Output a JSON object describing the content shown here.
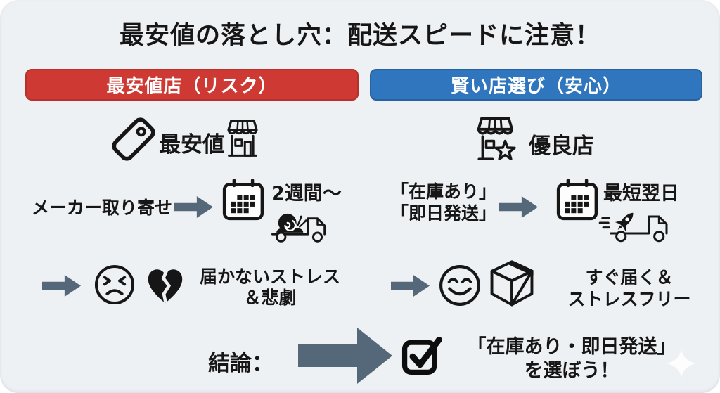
{
  "page": {
    "title": "最安値の落とし穴：配送スピードに注意！"
  },
  "colors": {
    "risk_header_bg": "#ce3a33",
    "safe_header_bg": "#2f76be",
    "arrow": "#54687a",
    "card_bg": "#eef1f4",
    "text": "#161616"
  },
  "left_column": {
    "header": "最安値店（リスク）",
    "row1": {
      "price_label": "最安値",
      "icons": [
        "price-tag-icon",
        "storefront-icon"
      ]
    },
    "row2": {
      "source_label": "メーカー取り寄せ",
      "duration_label": "2週間〜",
      "icons": [
        "arrow-right-icon",
        "calendar-icon",
        "snail-icon",
        "truck-icon"
      ]
    },
    "row3": {
      "result_line1": "届かないストレス",
      "result_line2": "＆悲劇",
      "icons": [
        "arrow-right-icon",
        "frustrated-face-icon",
        "broken-heart-icon"
      ]
    }
  },
  "right_column": {
    "header": "賢い店選び（安心）",
    "row1": {
      "store_label": "優良店",
      "icons": [
        "storefront-star-icon"
      ]
    },
    "row2": {
      "source_line1": "「在庫あり」",
      "source_line2": "「即日発送」",
      "duration_label": "最短翌日",
      "icons": [
        "arrow-right-icon",
        "calendar-icon",
        "rocket-icon",
        "truck-icon"
      ]
    },
    "row3": {
      "result_line1": "すぐ届く＆",
      "result_line2": "ストレスフリー",
      "icons": [
        "arrow-right-icon",
        "smiley-face-icon",
        "package-box-icon"
      ]
    }
  },
  "conclusion": {
    "label": "結論：",
    "line1": "「在庫あり・即日発送」",
    "line2": "を選ぼう！",
    "icons": [
      "big-arrow-right-icon",
      "checkbox-checked-icon",
      "sparkle-icon"
    ]
  }
}
